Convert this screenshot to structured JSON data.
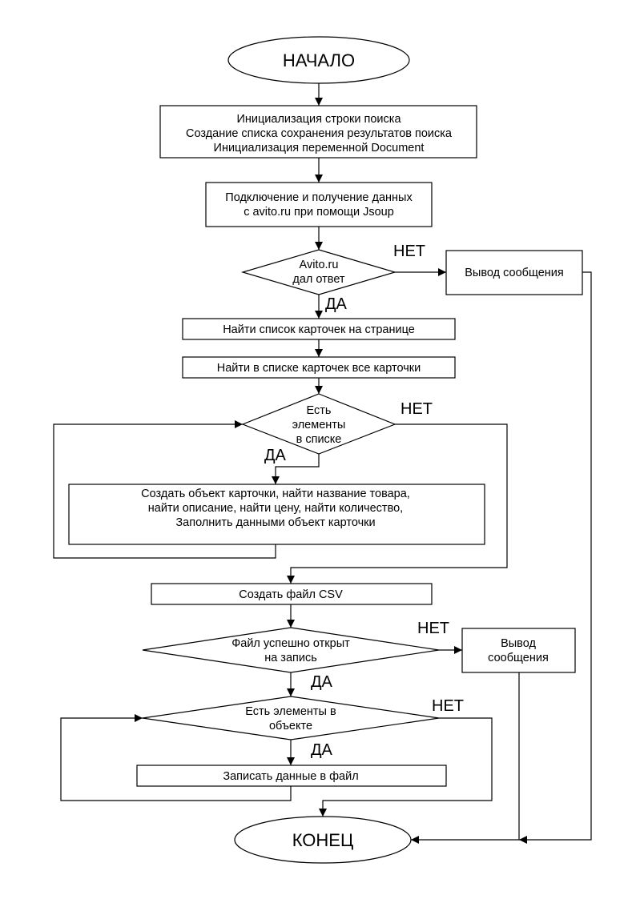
{
  "flowchart": {
    "start": "НАЧАЛО",
    "end": "КОНЕЦ",
    "init": [
      "Инициализация строки поиска",
      "Создание списка сохранения результатов поиска",
      "Инициализация переменной Document"
    ],
    "connect": [
      "Подключение и получение данных",
      "с avito.ru при помощи Jsoup"
    ],
    "check_response": [
      "Avito.ru",
      "дал ответ"
    ],
    "message_1": "Вывод сообщения",
    "find_list": "Найти список карточек на странице",
    "find_cards": "Найти в списке карточек все карточки",
    "has_items": [
      "Есть",
      "элементы",
      "в списке"
    ],
    "create_card": [
      "Создать объект карточки, найти название товара,",
      "найти описание, найти цену, найти количество,",
      "Заполнить данными объект карточки"
    ],
    "create_csv": "Создать файл CSV",
    "file_opened": [
      "Файл успешно открыт",
      "на запись"
    ],
    "message_2": [
      "Вывод",
      "сообщения"
    ],
    "has_object_items": [
      "Есть элементы в",
      "объекте"
    ],
    "write_file": "Записать данные в файл",
    "yes": "ДА",
    "no": "НЕТ"
  },
  "colors": {
    "stroke": "#000000",
    "background": "#ffffff"
  }
}
